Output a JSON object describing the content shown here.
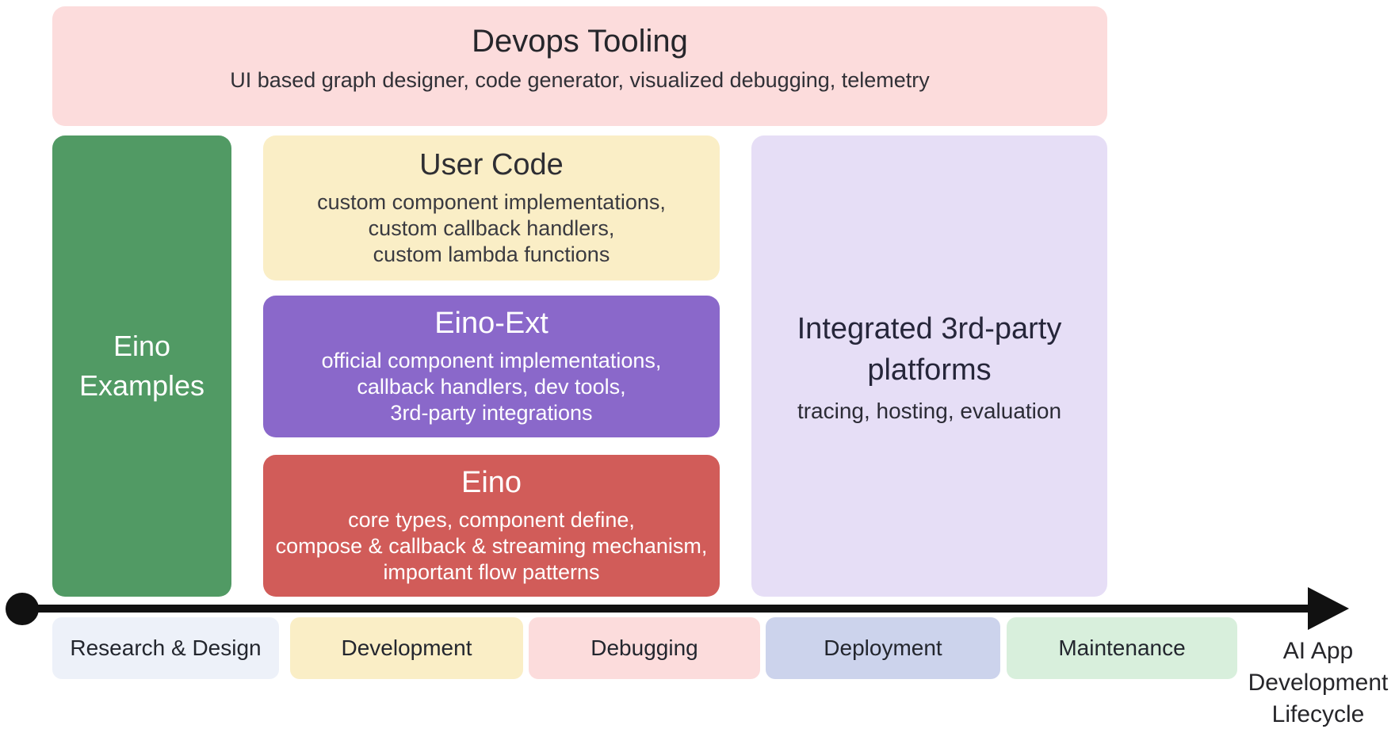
{
  "palette": {
    "background": "#ffffff",
    "arrow_black": "#111111",
    "devops_pink": "#fcdcdc",
    "examples_green": "#519a64",
    "user_code_cream": "#faeec6",
    "eino_ext_purple": "#8a68ca",
    "eino_red": "#d15c59",
    "platforms_lavender": "#e6def6",
    "stage_research_blue": "#edf1f9",
    "stage_development_cream": "#faeec6",
    "stage_debugging_pink": "#fcdcdc",
    "stage_deployment_periwinkle": "#ccd3ec",
    "stage_maintenance_mint": "#d8efdc",
    "text_dark": "#26262b",
    "text_white": "#ffffff"
  },
  "devops_tooling": {
    "title": "Devops Tooling",
    "subtitle": "UI based graph designer, code generator, visualized debugging, telemetry"
  },
  "eino_examples": {
    "line1": "Eino",
    "line2": "Examples"
  },
  "user_code": {
    "title": "User Code",
    "lines": [
      "custom component implementations,",
      "custom callback handlers,",
      "custom lambda functions"
    ]
  },
  "eino_ext": {
    "title": "Eino-Ext",
    "lines": [
      "official component implementations,",
      "callback handlers, dev tools,",
      "3rd-party integrations"
    ]
  },
  "eino": {
    "title": "Eino",
    "lines": [
      "core types, component define,",
      "compose & callback & streaming mechanism,",
      "important flow patterns"
    ]
  },
  "third_party": {
    "title_line1": "Integrated 3rd-party",
    "title_line2": "platforms",
    "subtitle": "tracing, hosting, evaluation"
  },
  "timeline": {
    "stages": [
      {
        "label": "Research & Design"
      },
      {
        "label": "Development"
      },
      {
        "label": "Debugging"
      },
      {
        "label": "Deployment"
      },
      {
        "label": "Maintenance"
      }
    ],
    "axis_label": {
      "line1": "AI App",
      "line2": "Development",
      "line3": "Lifecycle"
    }
  }
}
